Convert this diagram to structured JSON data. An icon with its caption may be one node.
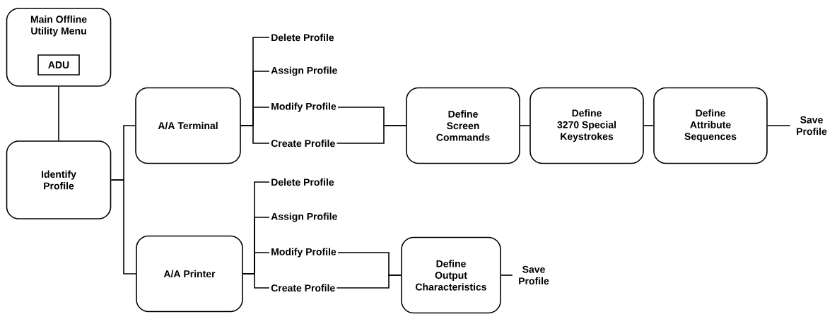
{
  "diagram": {
    "nodes": [
      {
        "text": [
          "Main Offline Utility Menu"
        ]
      },
      {
        "text": [
          "ADU"
        ],
        "in": 0
      },
      {
        "text": [
          "Identify Profile"
        ]
      },
      {
        "text": [
          "A/A Terminal"
        ]
      },
      {
        "text": [
          "Delete Profile"
        ]
      },
      {
        "text": [
          "Assign Profile"
        ]
      },
      {
        "text": [
          "Modify Profile"
        ]
      },
      {
        "text": [
          "Create  Profile"
        ]
      },
      {
        "text": [
          "Define Screen Commands"
        ]
      },
      {
        "text": [
          "Define 3270 Special Keystrokes"
        ]
      },
      {
        "text": [
          "Define Attribute Sequences"
        ]
      },
      {
        "text": [
          "Save Profile"
        ]
      },
      {
        "text": [
          "A/A Printer"
        ]
      },
      {
        "text": [
          "Delete Profile"
        ]
      },
      {
        "text": [
          "Assign Profile"
        ]
      },
      {
        "text": [
          "Modify Profile"
        ]
      },
      {
        "text": [
          "Create  Profile"
        ]
      },
      {
        "text": [
          "Define Output Characteristics"
        ]
      },
      {
        "text": [
          "Save Profile"
        ]
      }
    ],
    "edges": [
      {
        "from": 0,
        "to": 2,
        "arrow": "none"
      },
      {
        "from": 2,
        "to": 3,
        "arrow": "none"
      },
      {
        "from": 2,
        "to": 12,
        "arrow": "none"
      },
      {
        "from": 3,
        "to": 4,
        "arrow": "none"
      },
      {
        "from": 3,
        "to": 5,
        "arrow": "none"
      },
      {
        "from": 3,
        "to": 6,
        "arrow": "none"
      },
      {
        "from": 3,
        "to": 7,
        "arrow": "none"
      },
      {
        "from": 6,
        "to": 8,
        "arrow": "none"
      },
      {
        "from": 7,
        "to": 8,
        "arrow": "none"
      },
      {
        "from": 8,
        "to": 9,
        "arrow": "none"
      },
      {
        "from": 9,
        "to": 10,
        "arrow": "none"
      },
      {
        "from": 10,
        "to": 11,
        "arrow": "none"
      },
      {
        "from": 12,
        "to": 13,
        "arrow": "none"
      },
      {
        "from": 12,
        "to": 14,
        "arrow": "none"
      },
      {
        "from": 12,
        "to": 15,
        "arrow": "none"
      },
      {
        "from": 12,
        "to": 16,
        "arrow": "none"
      },
      {
        "from": 15,
        "to": 17,
        "arrow": "none"
      },
      {
        "from": 16,
        "to": 17,
        "arrow": "none"
      },
      {
        "from": 17,
        "to": 18,
        "arrow": "none"
      }
    ]
  }
}
